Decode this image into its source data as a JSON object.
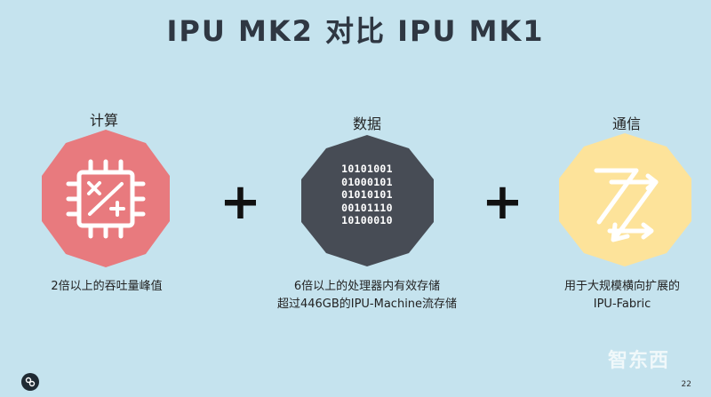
{
  "slide": {
    "title": "IPU MK2 对比 IPU MK1",
    "page_number": "22",
    "watermark": "智东西"
  },
  "columns": [
    {
      "label": "计算",
      "description": [
        "2倍以上的吞吐量峰值"
      ],
      "color": "#e87a7e",
      "icon": "processor-chip-icon"
    },
    {
      "label": "数据",
      "description": [
        "6倍以上的处理器内有效存储",
        "超过446GB的IPU-Machine流存储"
      ],
      "color": "#474c55",
      "icon": "binary-data-icon",
      "binary_rows": [
        "10101001",
        "01000101",
        "01010101",
        "00101110",
        "10100010"
      ]
    },
    {
      "label": "通信",
      "description": [
        "用于大规模横向扩展的",
        "IPU-Fabric"
      ],
      "color": "#fde39a",
      "icon": "fabric-arrows-icon"
    }
  ],
  "operators": [
    "+",
    "+"
  ]
}
